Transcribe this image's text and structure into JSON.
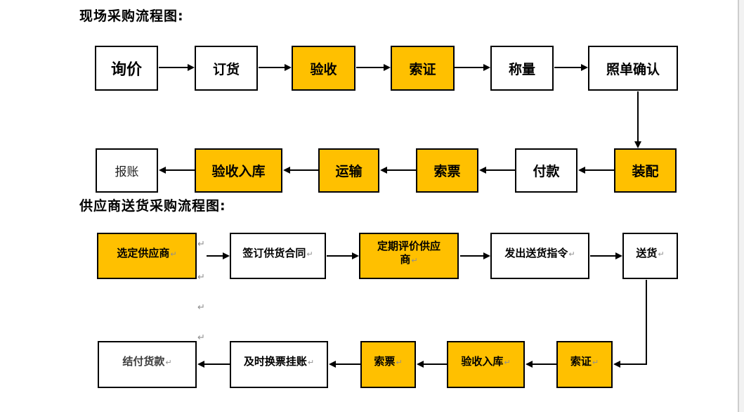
{
  "titles": {
    "onsite": "现场采购流程图:",
    "supplier": "供应商送货采购流程图:"
  },
  "pilcrow": "↵",
  "onsite_flow": {
    "row1": [
      {
        "label": "询价"
      },
      {
        "label": "订货"
      },
      {
        "label": "验收",
        "highlighted": true
      },
      {
        "label": "索证",
        "highlighted": true
      },
      {
        "label": "称量"
      },
      {
        "label": "照单确认"
      }
    ],
    "row2": [
      {
        "label": "报账"
      },
      {
        "label": "验收入库",
        "highlighted": true
      },
      {
        "label": "运输",
        "highlighted": true
      },
      {
        "label": "索票",
        "highlighted": true
      },
      {
        "label": "付款"
      },
      {
        "label": "装配",
        "highlighted": true
      }
    ]
  },
  "supplier_flow": {
    "row1": [
      {
        "label": "选定供应商",
        "highlighted": true
      },
      {
        "label": "签订供货合同"
      },
      {
        "label": "定期评价供应",
        "label2": "商",
        "highlighted": true
      },
      {
        "label": "发出送货指令"
      },
      {
        "label": "送货"
      }
    ],
    "row2": [
      {
        "label": "结付货款"
      },
      {
        "label": "及时换票挂账"
      },
      {
        "label": "索票",
        "highlighted": true
      },
      {
        "label": "验收入库",
        "highlighted": true
      },
      {
        "label": "索证",
        "highlighted": true
      }
    ]
  },
  "colors": {
    "highlight": "#FFC000",
    "line": "#000000",
    "paragraph_mark": "#8f8f8f"
  }
}
